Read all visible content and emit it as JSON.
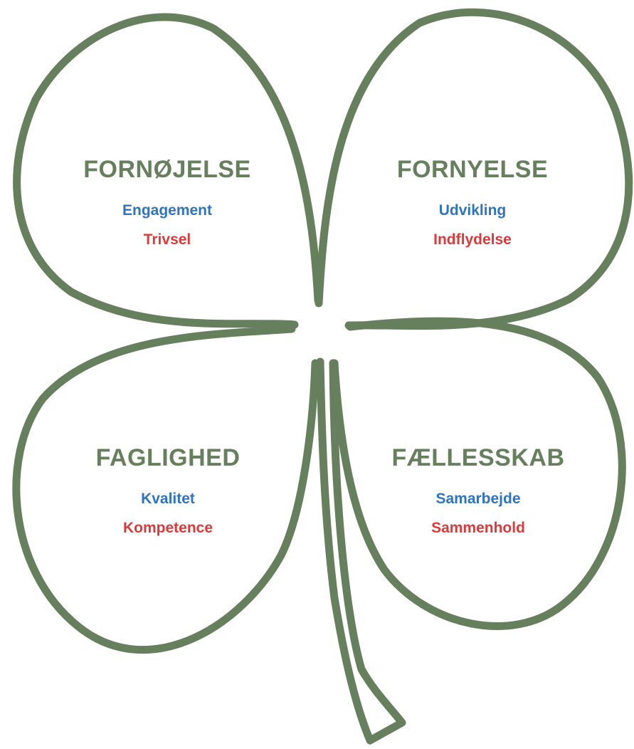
{
  "colors": {
    "outline": "#667f5d",
    "title": "#667f5d",
    "primary_value": "#2e74bf",
    "secondary_value": "#dc3a3a"
  },
  "leaves": [
    {
      "title": "FORNØJELSE",
      "value1": "Engagement",
      "value2": "Trivsel"
    },
    {
      "title": "FORNYELSE",
      "value1": "Udvikling",
      "value2": "Indflydelse"
    },
    {
      "title": "FAGLIGHED",
      "value1": "Kvalitet",
      "value2": "Kompetence"
    },
    {
      "title": "FÆLLESSKAB",
      "value1": "Samarbejde",
      "value2": "Sammenhold"
    }
  ]
}
